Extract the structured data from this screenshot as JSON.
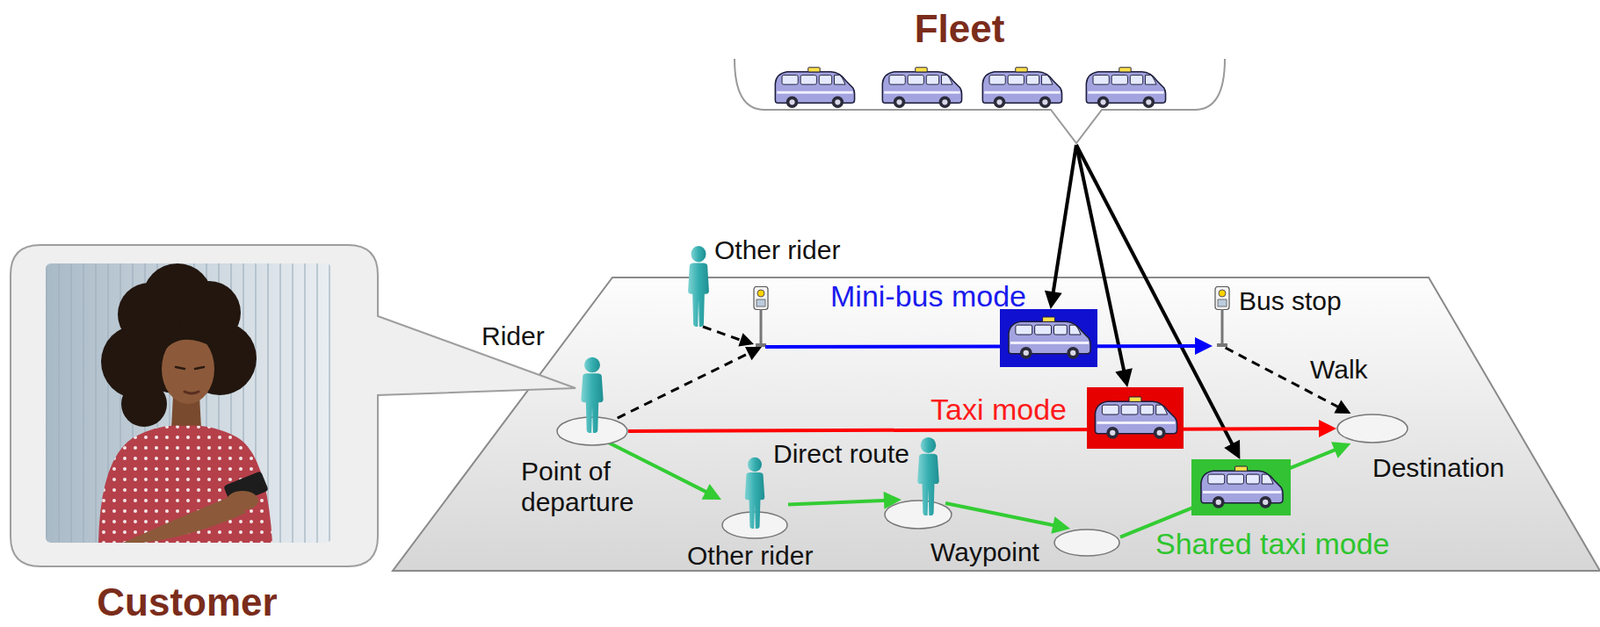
{
  "diagram": {
    "nodes": [
      {
        "text": [
          "Fleet"
        ]
      },
      {
        "text": [
          "Customer"
        ]
      },
      {
        "text": [
          "Mini-bus mode"
        ]
      },
      {
        "text": [
          "Bus stop"
        ]
      },
      {
        "text": [
          "Taxi mode"
        ]
      },
      {
        "text": [
          "Point of departure"
        ]
      },
      {
        "text": [
          "Destination"
        ]
      },
      {
        "text": [
          "Other rider"
        ]
      },
      {
        "text": [
          "Waypoint"
        ]
      },
      {
        "text": [
          "Shared taxi mode"
        ]
      }
    ],
    "edges": [
      {
        "from": 0,
        "to": 2,
        "arrow": "to"
      },
      {
        "from": 0,
        "to": 4,
        "arrow": "to"
      },
      {
        "from": 0,
        "to": 9,
        "arrow": "to"
      },
      {
        "from": 5,
        "to": 3,
        "arrow": "to"
      },
      {
        "from": 3,
        "to": 6,
        "label": "Walk",
        "arrow": "to"
      },
      {
        "from": 5,
        "to": 6,
        "arrow": "to"
      },
      {
        "from": 5,
        "to": 7,
        "arrow": "to"
      },
      {
        "from": 7,
        "to": 8,
        "arrow": "to"
      },
      {
        "from": 8,
        "to": 6,
        "arrow": "to"
      }
    ],
    "labels": [
      "Other rider",
      "Rider",
      "Direct route"
    ]
  }
}
